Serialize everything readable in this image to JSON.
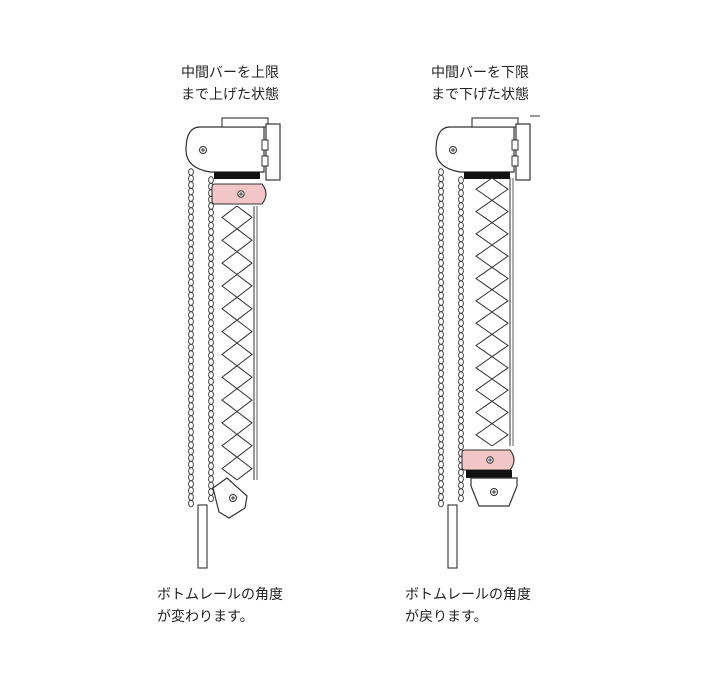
{
  "left_panel": {
    "top_caption": "中間バーを上限\nまで上げた状態",
    "bottom_caption": "ボトムレールの角度\nが変わります。"
  },
  "right_panel": {
    "top_caption": "中間バーを下限\nまで下げた状態",
    "bottom_caption": "ボトムレールの角度\nが戻ります。"
  },
  "colors": {
    "line": "#333333",
    "highlight_bar": "#f2c6c6",
    "dark_part": "#111111",
    "background": "#ffffff"
  }
}
